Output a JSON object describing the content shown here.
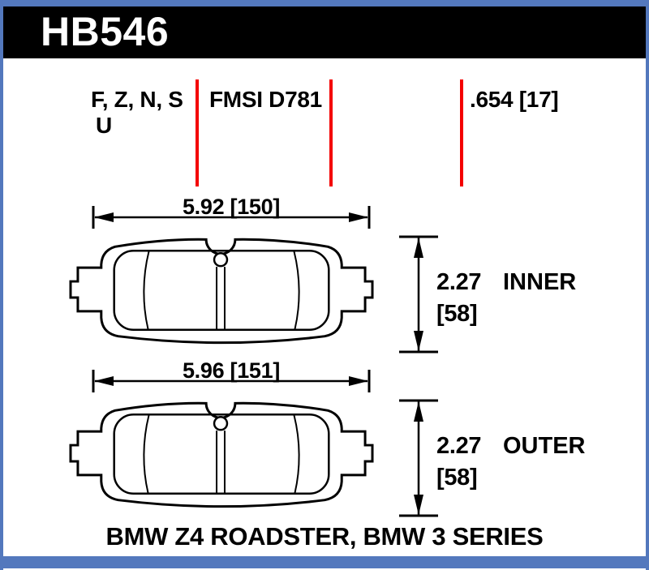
{
  "header": {
    "part_number": "HB546"
  },
  "specs": {
    "compound_codes_line1": "F, Z, N, S",
    "compound_codes_line2": "U",
    "fmsi_code": "FMSI D781",
    "pad_thickness": ".654 [17]"
  },
  "pads": {
    "inner": {
      "width": "5.92 [150]",
      "height_in": "2.27",
      "height_mm": "[58]",
      "position_label": "INNER"
    },
    "outer": {
      "width": "5.96 [151]",
      "height_in": "2.27",
      "height_mm": "[58]",
      "position_label": "OUTER"
    }
  },
  "footer": {
    "vehicle_applications": "BMW Z4 ROADSTER, BMW 3 SERIES"
  },
  "colors": {
    "frame_blue": "#5378bd",
    "marker_red": "#f40000",
    "header_bg": "#000000",
    "ink": "#000000"
  }
}
